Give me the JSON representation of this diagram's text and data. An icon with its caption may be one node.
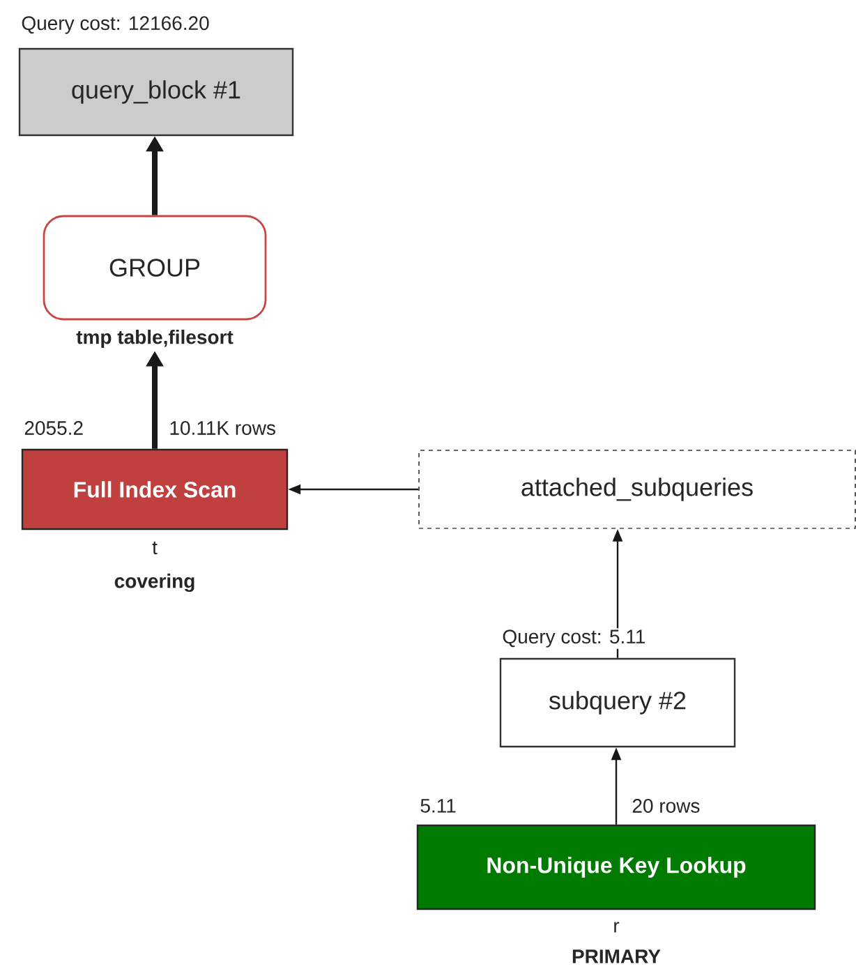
{
  "diagram": {
    "nodes": [
      {
        "text": [
          "query_block #1"
        ],
        "beside": [
          "Query cost: 12166.20"
        ]
      },
      {
        "text": [
          "GROUP"
        ],
        "beside": [
          "tmp table,filesort"
        ]
      },
      {
        "text": [
          "Full Index Scan"
        ],
        "beside": [
          "2055.2",
          "t",
          "covering"
        ]
      },
      {
        "text": [
          "attached_subqueries"
        ]
      },
      {
        "text": [
          "subquery #2"
        ],
        "beside": [
          "Query cost: 5.11"
        ]
      },
      {
        "text": [
          "Non-Unique Key Lookup"
        ],
        "beside": [
          "5.11",
          "r",
          "PRIMARY"
        ]
      }
    ],
    "edges": [
      {
        "from": 1,
        "to": 0,
        "arrow": "to",
        "style": "thick"
      },
      {
        "from": 2,
        "to": 1,
        "arrow": "to",
        "style": "thick",
        "label": "10.11K rows"
      },
      {
        "from": 3,
        "to": 2,
        "arrow": "to"
      },
      {
        "from": 4,
        "to": 3,
        "arrow": "to"
      },
      {
        "from": 5,
        "to": 4,
        "arrow": "to",
        "label": "20 rows"
      }
    ]
  }
}
